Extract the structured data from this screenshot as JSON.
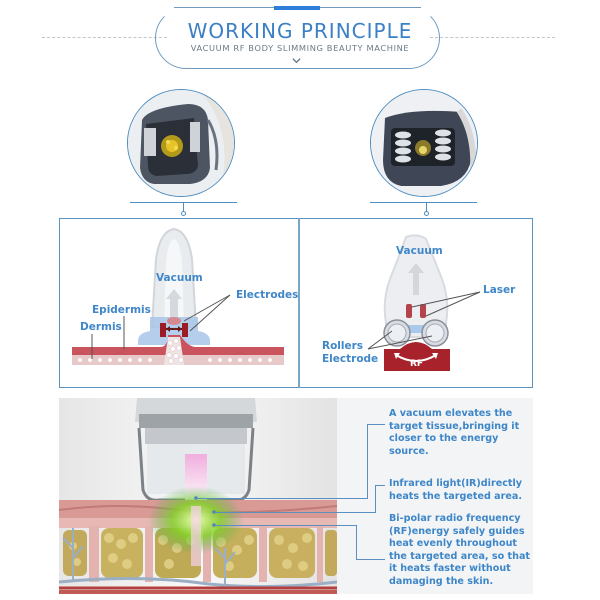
{
  "header": {
    "title": "WORKING PRINCIPLE",
    "subtitle": "VACUUM RF BODY SLIMMING BEAUTY MACHINE",
    "chevron_icon": "chevron-down-icon",
    "accent_color": "#2f7ed8"
  },
  "device_images": [
    {
      "name": "vacuum-rf-handpiece",
      "description": "handpiece head with yellow center"
    },
    {
      "name": "roller-laser-handpiece",
      "description": "handpiece head with rollers"
    }
  ],
  "diagram_left": {
    "labels": {
      "vacuum": "Vacuum",
      "electrodes": "Electrodes",
      "epidermis": "Epidermis",
      "dermis": "Dermis"
    }
  },
  "diagram_right": {
    "labels": {
      "vacuum": "Vacuum",
      "laser": "Laser",
      "rollers": "Rollers",
      "electrode": "Electrode",
      "rf": "RF"
    }
  },
  "explanations": [
    {
      "text": "A vacuum elevates the target tissue,bringing it closer to the energy source."
    },
    {
      "text": "Infrared light(IR)directly heats the targeted area."
    },
    {
      "text": "Bi-polar radio frequency (RF)energy safely guides heat evenly throughout the targeted area, so that it heats faster without damaging the skin."
    }
  ],
  "colors": {
    "label_blue": "#3f87c9",
    "frame_blue": "#5a93bf",
    "skin_red": "#b8323c",
    "fat_yellow": "#c9b85a"
  }
}
